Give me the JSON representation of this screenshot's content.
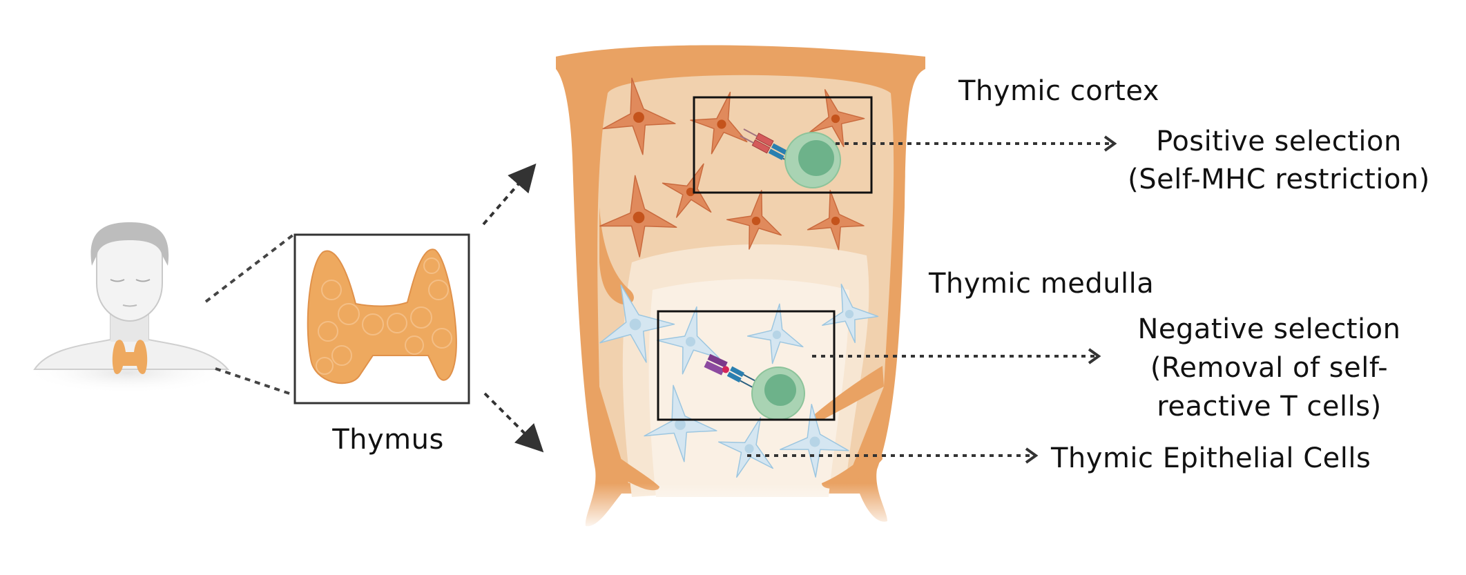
{
  "title": "Thymus T-cell selection diagram",
  "labels": {
    "thymus": "Thymus",
    "cortex": "Thymic cortex",
    "positive_line1": "Positive selection",
    "positive_line2": "(Self-MHC restriction)",
    "medulla": "Thymic medulla",
    "negative_line1": "Negative selection",
    "negative_line2": "(Removal of self-",
    "negative_line3": "reactive T cells)",
    "epithelial": "Thymic Epithelial Cells"
  },
  "colors": {
    "capsule": "#e9a263",
    "cortex": "#f1d1ae",
    "medulla": "#f7e6d2",
    "medulla_inner": "#faf0e4",
    "cortical_cell": "#e08a5c",
    "cortical_nucleus": "#c4531c",
    "medullary_cell": "#d5e6f1",
    "medullary_cell_stroke": "#9cc6e0",
    "t_cell_outer": "#a9d3b3",
    "t_cell_inner": "#6db28a",
    "thymus_organ": "#eea95f",
    "mhc_cortex": "#d45a5a",
    "mhc_medulla": "#7b3a8c",
    "tcr": "#2a7fb0"
  }
}
